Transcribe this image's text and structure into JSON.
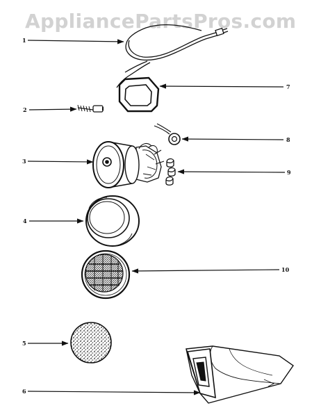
{
  "watermark": "AppliancePartsPros.com",
  "colors": {
    "ink": "#111111",
    "watermark": "#d2d2d2",
    "background": "#ffffff"
  },
  "callouts": [
    {
      "id": "1",
      "label": "1"
    },
    {
      "id": "2",
      "label": "2"
    },
    {
      "id": "3",
      "label": "3"
    },
    {
      "id": "4",
      "label": "4"
    },
    {
      "id": "5",
      "label": "5"
    },
    {
      "id": "6",
      "label": "6"
    },
    {
      "id": "7",
      "label": "7"
    },
    {
      "id": "8",
      "label": "8"
    },
    {
      "id": "9",
      "label": "9"
    },
    {
      "id": "10",
      "label": "10"
    }
  ]
}
